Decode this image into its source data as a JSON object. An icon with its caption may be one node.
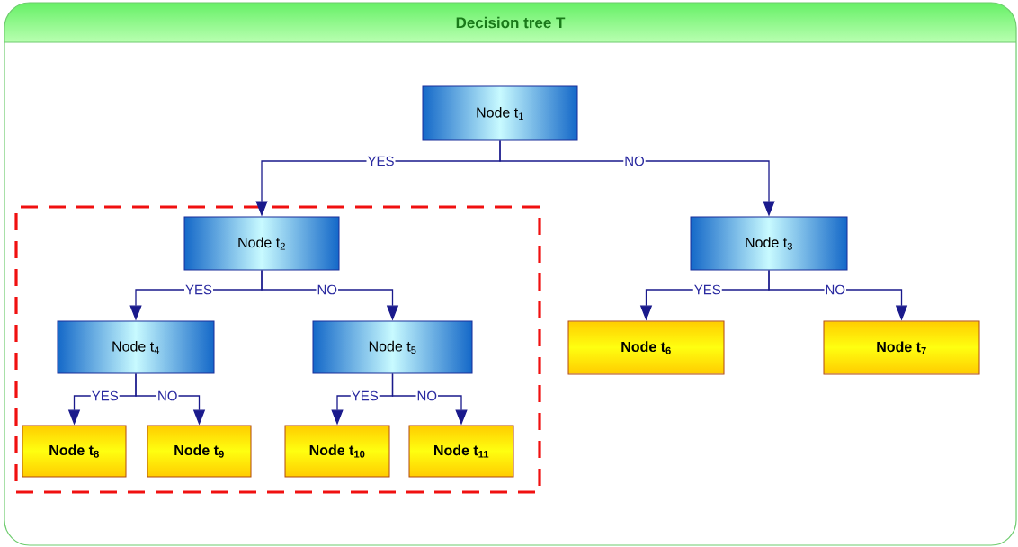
{
  "diagram": {
    "nodes": [
      {
        "text": [
          "Decision tree T"
        ]
      },
      {
        "text": [
          "Node t$_{1}$"
        ],
        "in": 0
      },
      {
        "text": [],
        "shape": "box",
        "in": 0
      },
      {
        "text": [
          "Node t$_{2}$"
        ],
        "in": 2
      },
      {
        "text": [
          "Node t$_{3}$"
        ],
        "in": 0
      },
      {
        "text": [
          "Node t$_{4}$"
        ],
        "in": 2
      },
      {
        "text": [
          "Node t$_{5}$"
        ],
        "in": 2
      },
      {
        "text": [
          "Node t$_{6}$"
        ],
        "in": 0
      },
      {
        "text": [
          "Node t$_{7}$"
        ],
        "in": 0
      },
      {
        "text": [
          "Node t$_{8}$"
        ],
        "in": 2
      },
      {
        "text": [
          "Node t$_{9}$"
        ],
        "in": 2
      },
      {
        "text": [
          "Node t$_{10}$"
        ],
        "in": 2
      },
      {
        "text": [
          "Node t$_{11}$"
        ],
        "in": 2
      }
    ],
    "edges": [
      {
        "from": 1,
        "to": 3,
        "arrow": "to",
        "label": "YES"
      },
      {
        "from": 1,
        "to": 4,
        "arrow": "to",
        "label": "NO"
      },
      {
        "from": 3,
        "to": 5,
        "arrow": "to",
        "label": "YES"
      },
      {
        "from": 3,
        "to": 6,
        "arrow": "to",
        "label": "NO"
      },
      {
        "from": 4,
        "to": 7,
        "arrow": "to",
        "label": "YES"
      },
      {
        "from": 4,
        "to": 8,
        "arrow": "to",
        "label": "NO"
      },
      {
        "from": 5,
        "to": 9,
        "arrow": "to",
        "label": "YES"
      },
      {
        "from": 5,
        "to": 10,
        "arrow": "to",
        "label": "NO"
      },
      {
        "from": 6,
        "to": 11,
        "arrow": "to",
        "label": "YES"
      },
      {
        "from": 6,
        "to": 12,
        "arrow": "to",
        "label": "NO"
      }
    ]
  }
}
